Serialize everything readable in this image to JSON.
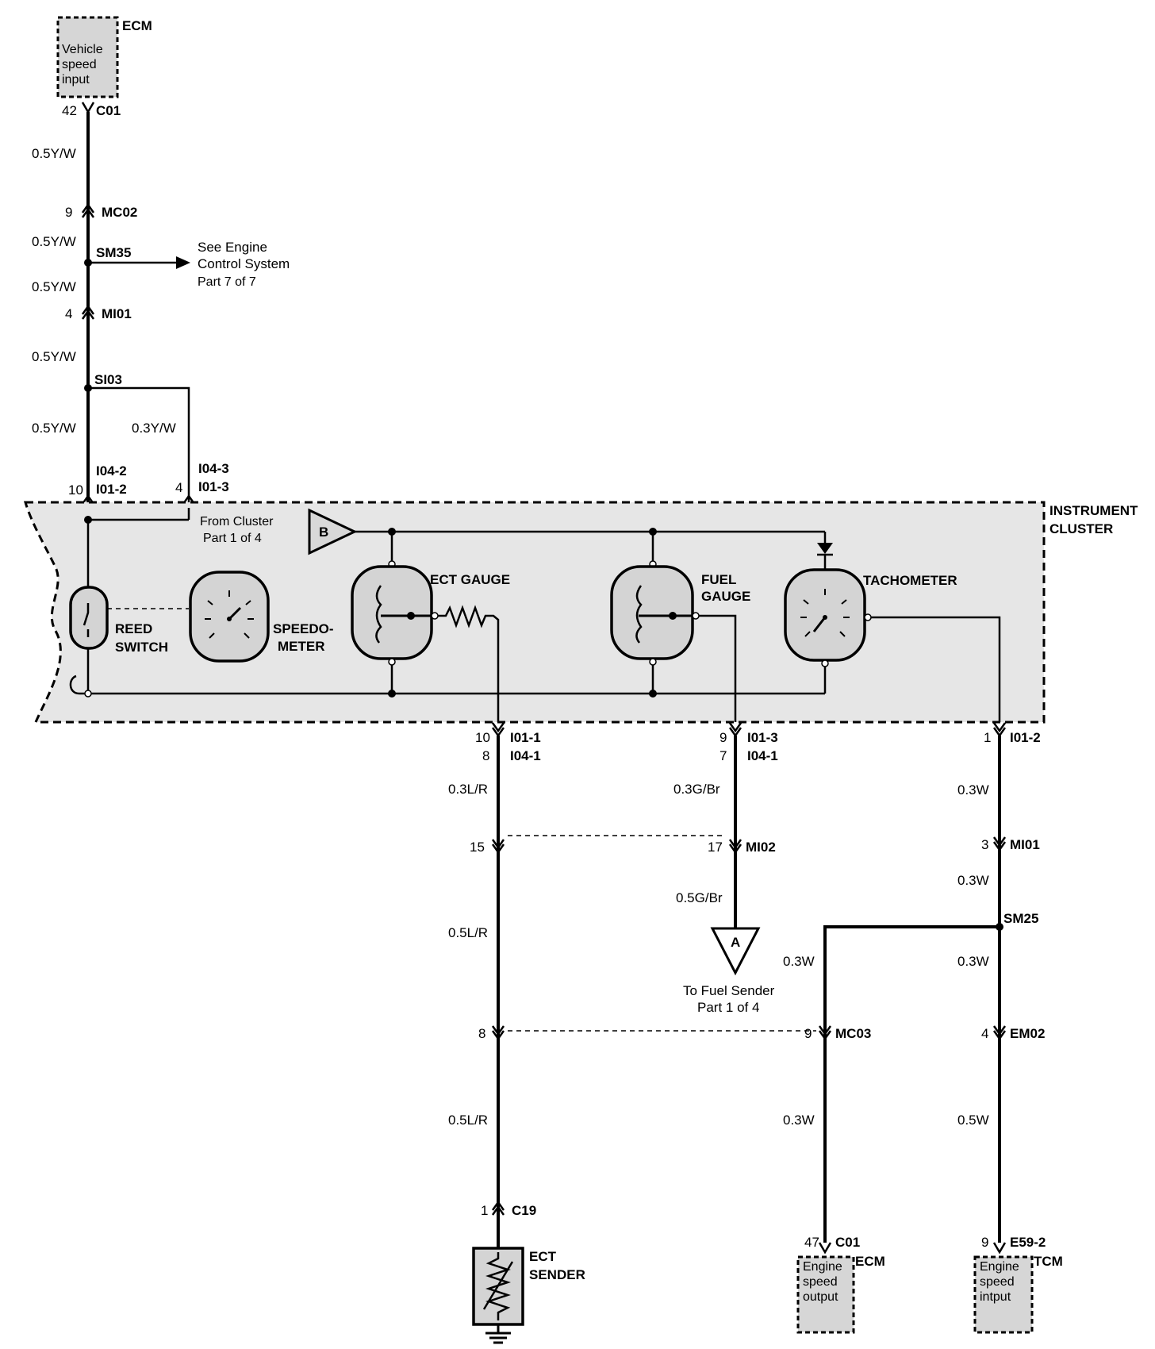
{
  "components": {
    "ecm_top": {
      "name": "ECM",
      "function": [
        "Vehicle",
        "speed",
        "input"
      ]
    },
    "instrument_cluster": {
      "name": [
        "INSTRUMENT",
        "CLUSTER"
      ]
    },
    "reed_switch": [
      "REED",
      "SWITCH"
    ],
    "speedometer": [
      "SPEEDO-",
      "METER"
    ],
    "ect_gauge": "ECT GAUGE",
    "fuel_gauge": [
      "FUEL",
      "GAUGE"
    ],
    "tachometer": "TACHOMETER",
    "ect_sender": [
      "ECT",
      "SENDER"
    ],
    "ecm_bottom": {
      "name": "ECM",
      "function": [
        "Engine",
        "speed",
        "output"
      ]
    },
    "tcm": {
      "name": "TCM",
      "function": [
        "Engine",
        "speed",
        "intput"
      ]
    }
  },
  "connectors": {
    "c01_top": {
      "pin": "42",
      "name": "C01"
    },
    "mc02": {
      "pin": "9",
      "name": "MC02"
    },
    "mi01_top": {
      "pin": "4",
      "name": "MI01"
    },
    "i04_2": {
      "pin": "10",
      "name": "I04-2",
      "name2": "I01-2"
    },
    "i04_3": {
      "pin": "4",
      "name": "I04-3",
      "name2": "I01-3"
    },
    "out_ect": {
      "pin": "10",
      "pin2": "8",
      "name": "I01-1",
      "name2": "I04-1"
    },
    "out_fuel": {
      "pin": "9",
      "pin2": "7",
      "name": "I01-3",
      "name2": "I04-1"
    },
    "out_tach": {
      "pin": "1",
      "name": "I01-2"
    },
    "mi02": {
      "pin_left": "15",
      "pin_right": "17",
      "name": "MI02"
    },
    "mi01_bottom": {
      "pin": "3",
      "name": "MI01"
    },
    "mc03": {
      "pin_left": "8",
      "pin_right": "9",
      "name": "MC03"
    },
    "em02": {
      "pin": "4",
      "name": "EM02"
    },
    "c19": {
      "pin": "1",
      "name": "C19"
    },
    "c01_bottom": {
      "pin": "47",
      "name": "C01"
    },
    "e59_2": {
      "pin": "9",
      "name": "E59-2"
    }
  },
  "splices": {
    "sm35": "SM35",
    "si03": "SI03",
    "sm25": "SM25"
  },
  "wires": {
    "w1": "0.5Y/W",
    "w2": "0.5Y/W",
    "w3": "0.5Y/W",
    "w4": "0.5Y/W",
    "w5": "0.5Y/W",
    "w6": "0.3Y/W",
    "ect1": "0.3L/R",
    "ect2": "0.5L/R",
    "ect3": "0.5L/R",
    "fuel1": "0.3G/Br",
    "fuel2": "0.5G/Br",
    "tach1": "0.3W",
    "tach2": "0.3W",
    "tach3": "0.3W",
    "tach4": "0.5W",
    "ecm_branch1": "0.3W",
    "ecm_branch2": "0.3W"
  },
  "references": {
    "engine_control": [
      "See Engine",
      "Control System",
      "Part 7 of 7"
    ],
    "from_cluster": [
      "From Cluster",
      "Part 1 of 4"
    ],
    "terminal_b": "B",
    "terminal_a": "A",
    "fuel_sender": [
      "To Fuel Sender",
      "Part 1 of 4"
    ]
  }
}
